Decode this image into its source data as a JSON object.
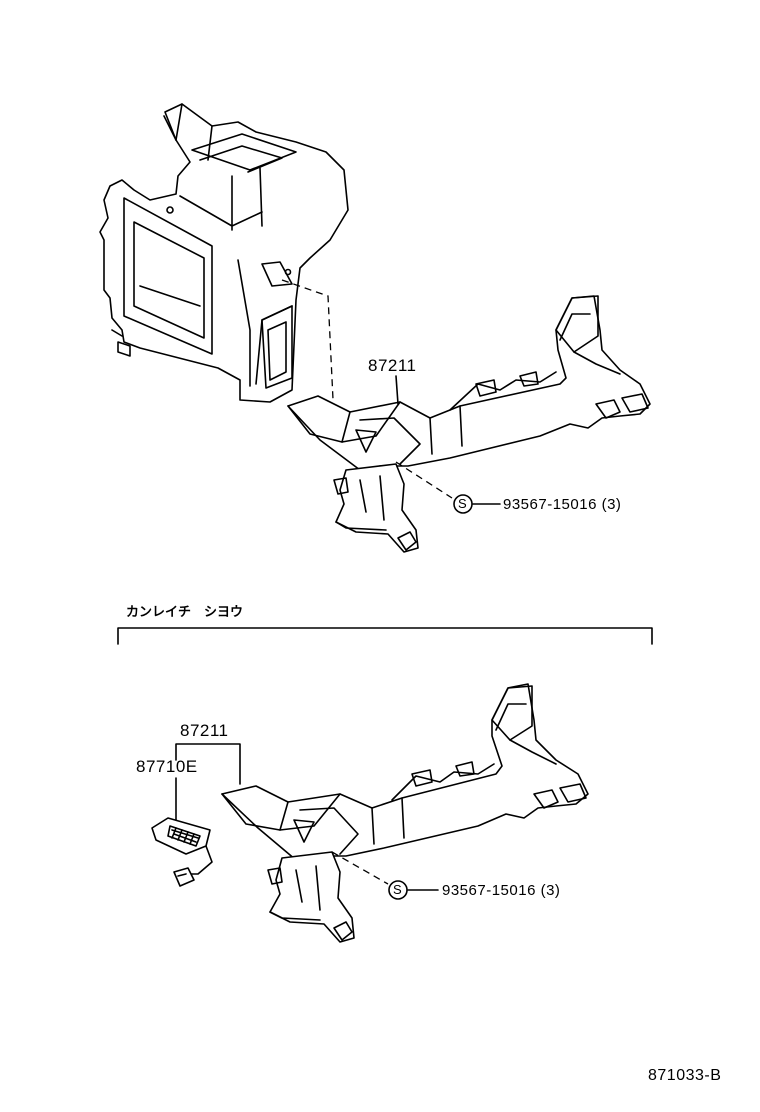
{
  "upper_assembly": {
    "part_label": "87211",
    "screw_symbol": "S",
    "screw_part_label": "93567-15016 (3)"
  },
  "section": {
    "title": "カンレイチ　シヨウ"
  },
  "lower_assembly": {
    "part_label": "87211",
    "sensor_label": "87710E",
    "screw_symbol": "S",
    "screw_part_label": "93567-15016 (3)"
  },
  "footer": {
    "diagram_code": "871033-B"
  }
}
